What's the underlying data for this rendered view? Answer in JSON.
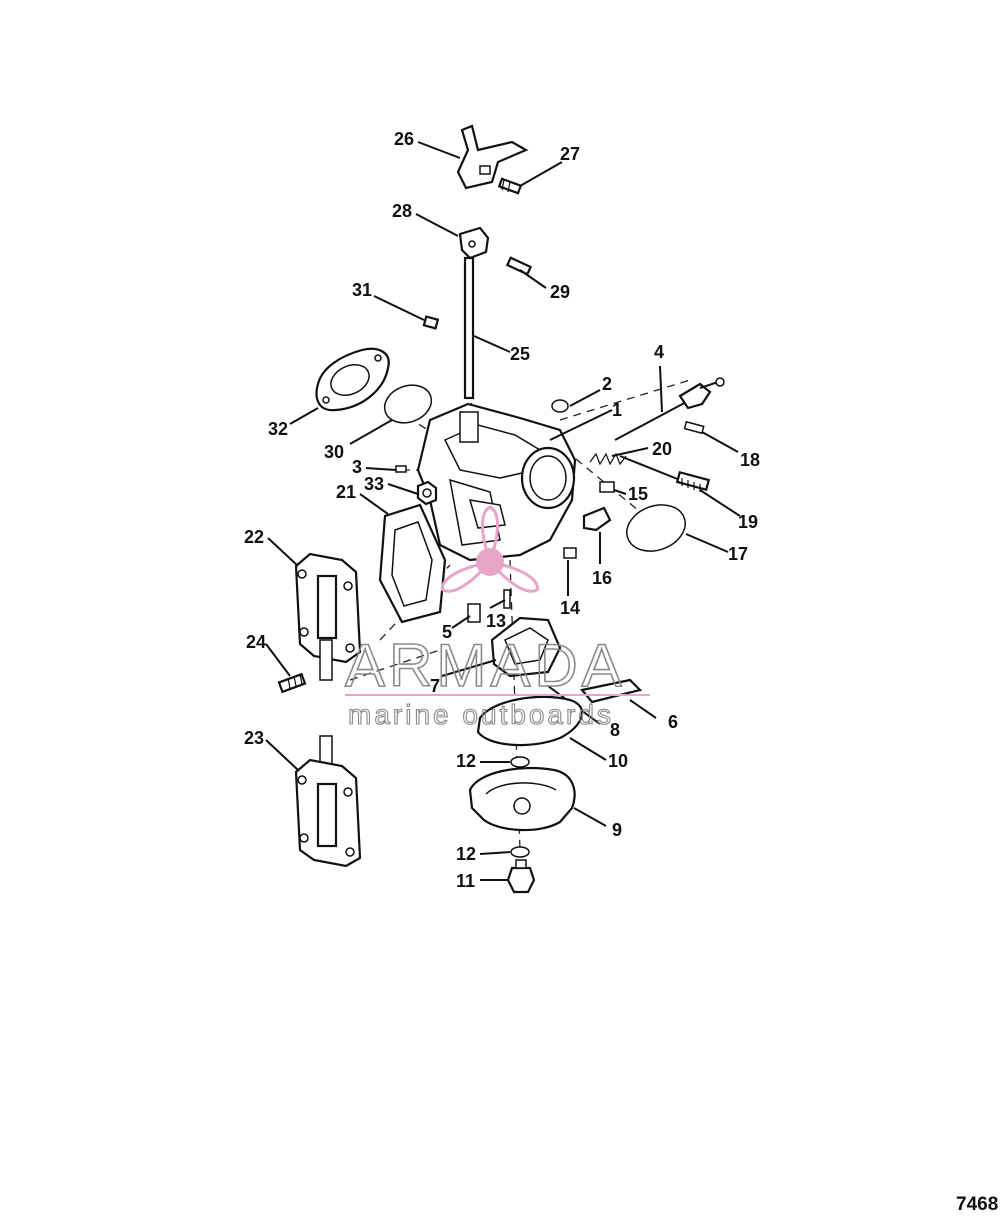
{
  "diagram": {
    "figure_number": "7468",
    "labels": {
      "p1": "1",
      "p2": "2",
      "p3": "3",
      "p4": "4",
      "p5": "5",
      "p6": "6",
      "p7": "7",
      "p8": "8",
      "p9": "9",
      "p10": "10",
      "p11": "11",
      "p12a": "12",
      "p12b": "12",
      "p13": "13",
      "p14": "14",
      "p15": "15",
      "p16": "16",
      "p17": "17",
      "p18": "18",
      "p19": "19",
      "p20": "20",
      "p21": "21",
      "p22": "22",
      "p23": "23",
      "p24": "24",
      "p25": "25",
      "p26": "26",
      "p27": "27",
      "p28": "28",
      "p29": "29",
      "p30": "30",
      "p31": "31",
      "p32": "32",
      "p33": "33"
    }
  },
  "watermark": {
    "title": "ARMADA",
    "subtitle": "marine outboards",
    "logo_color": "#e8a5c8",
    "line_color": "#e8a5c8"
  }
}
